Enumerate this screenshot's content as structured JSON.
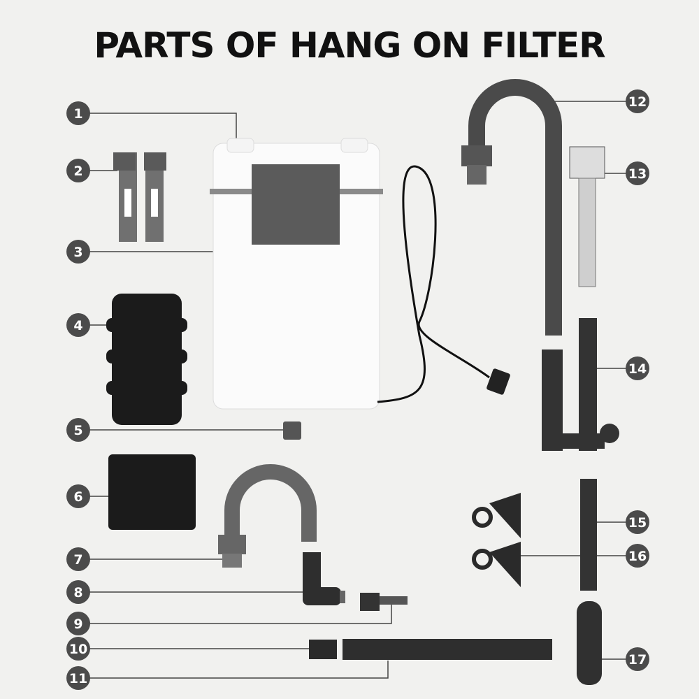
{
  "title": "PARTS OF HANG ON FILTER",
  "colors": {
    "background": "#f1f1ef",
    "callout": "#4b4b4b",
    "part_dark": "#3c3c3c",
    "sponge": "#1a1a1a",
    "body": "#fafafa"
  },
  "callouts": [
    {
      "label": "1",
      "part": "filter-lid"
    },
    {
      "label": "2",
      "part": "filter-clips"
    },
    {
      "label": "3",
      "part": "filter-body"
    },
    {
      "label": "4",
      "part": "cylinder-sponge"
    },
    {
      "label": "5",
      "part": "small-connector"
    },
    {
      "label": "6",
      "part": "square-sponge"
    },
    {
      "label": "7",
      "part": "u-outlet-pipe"
    },
    {
      "label": "8",
      "part": "elbow-joint"
    },
    {
      "label": "9",
      "part": "air-nozzle"
    },
    {
      "label": "10",
      "part": "spray-bar-cap"
    },
    {
      "label": "11",
      "part": "spray-bar"
    },
    {
      "label": "12",
      "part": "intake-j-pipe"
    },
    {
      "label": "13",
      "part": "surface-skimmer"
    },
    {
      "label": "14",
      "part": "flow-valve"
    },
    {
      "label": "15",
      "part": "extension-tube"
    },
    {
      "label": "16",
      "part": "suction-cups"
    },
    {
      "label": "17",
      "part": "intake-strainer"
    }
  ]
}
